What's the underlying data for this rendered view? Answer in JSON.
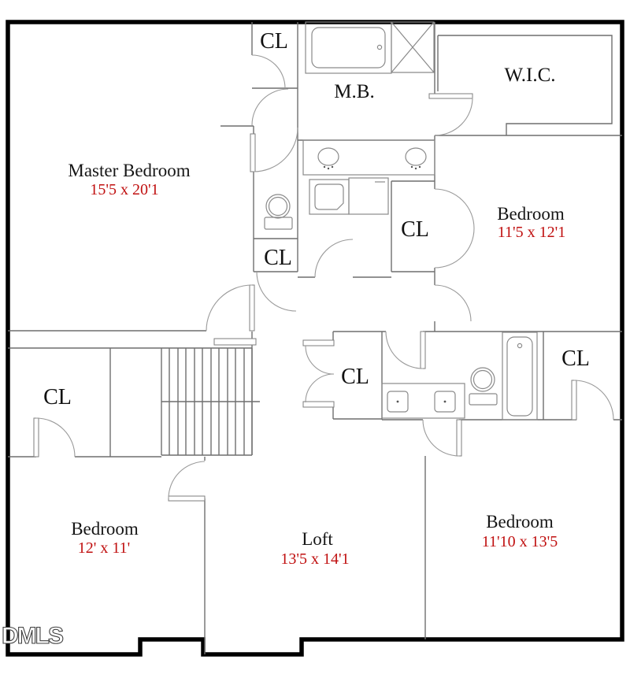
{
  "plan": {
    "watermark": "DMLS",
    "rooms": [
      {
        "id": "master-bedroom",
        "name": "Master Bedroom",
        "dims": "15'5 x 20'1"
      },
      {
        "id": "bedroom-top-right",
        "name": "Bedroom",
        "dims": "11'5 x 12'1"
      },
      {
        "id": "bedroom-bottom-left",
        "name": "Bedroom",
        "dims": "12' x 11'"
      },
      {
        "id": "bedroom-bottom-right",
        "name": "Bedroom",
        "dims": "11'10 x 13'5"
      },
      {
        "id": "loft",
        "name": "Loft",
        "dims": "13'5 x 14'1"
      },
      {
        "id": "master-bath",
        "name": "M.B."
      },
      {
        "id": "walk-in-closet",
        "name": "W.I.C."
      }
    ],
    "closet_labels": [
      "CL",
      "CL",
      "CL",
      "CL",
      "CL",
      "CL"
    ],
    "colors": {
      "dimensions": "#c01010",
      "room_text": "#161616",
      "walls_outer": "#000000",
      "walls_interior": "#6f6f6f"
    }
  }
}
